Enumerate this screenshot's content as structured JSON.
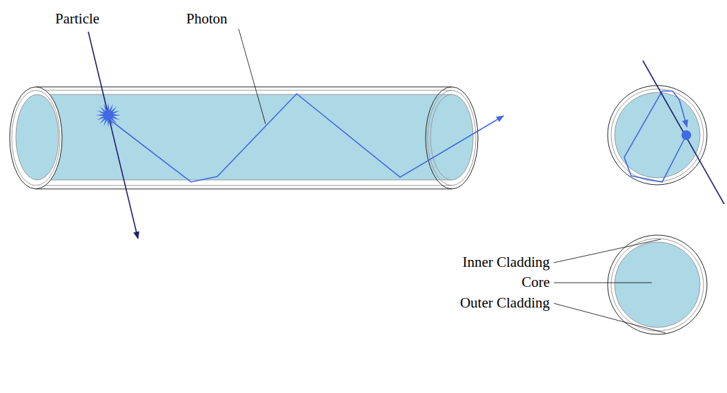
{
  "diagram": {
    "labels": [
      "Particle",
      "Photon",
      "Inner Cladding",
      "Core",
      "Outer Cladding"
    ]
  }
}
